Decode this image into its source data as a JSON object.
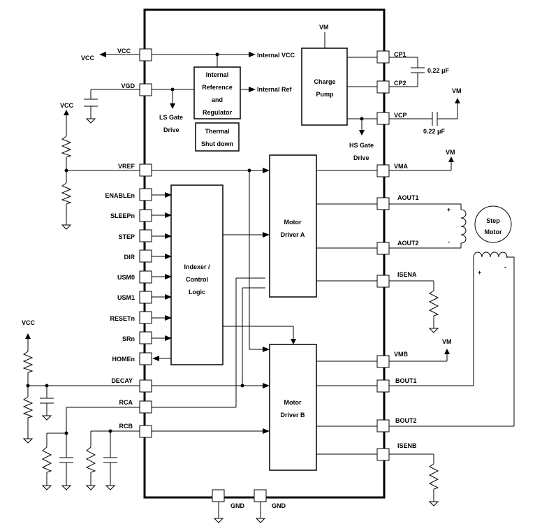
{
  "pins_left": {
    "vcc": "VCC",
    "vgd": "VGD",
    "vref": "VREF",
    "enable": "ENABLEn",
    "sleep": "SLEEPn",
    "step": "STEP",
    "dir": "DIR",
    "usm0": "USM0",
    "usm1": "USM1",
    "reset": "RESETn",
    "sr": "SRn",
    "home": "HOMEn",
    "decay": "DECAY",
    "rca": "RCA",
    "rcb": "RCB"
  },
  "pins_right": {
    "cp1": "CP1",
    "cp2": "CP2",
    "vcp": "VCP",
    "vma": "VMA",
    "aout1": "AOUT1",
    "aout2": "AOUT2",
    "isena": "ISENA",
    "vmb": "VMB",
    "bout1": "BOUT1",
    "bout2": "BOUT2",
    "isenb": "ISENB"
  },
  "pins_bottom": {
    "gnd1": "GND",
    "gnd2": "GND"
  },
  "blocks": {
    "regulator": [
      "Internal",
      "Reference",
      "and",
      "Regulator"
    ],
    "thermal": [
      "Thermal",
      "Shut down"
    ],
    "charge_pump": [
      "Charge",
      "Pump"
    ],
    "indexer": [
      "Indexer /",
      "Control",
      "Logic"
    ],
    "driver_a": [
      "Motor",
      "Driver A"
    ],
    "driver_b": [
      "Motor",
      "Driver B"
    ],
    "motor": [
      "Step",
      "Motor"
    ]
  },
  "labels": {
    "vcc_out": "VCC",
    "internal_vcc": "Internal  VCC",
    "internal_ref": "Internal Ref",
    "ls_gate": [
      "LS Gate",
      "Drive"
    ],
    "hs_gate": [
      "HS Gate",
      "Drive"
    ],
    "vm_top": "VM",
    "vm_vcp": "VM",
    "vm_vma": "VM",
    "vm_vmb": "VM",
    "vcc_vref": "VCC",
    "vcc_decay": "VCC",
    "cap_cp": "0.22 μF",
    "cap_vcp": "0.22 μF",
    "plus_a": "+",
    "minus_a": "-",
    "plus_b": "+",
    "minus_b": "-"
  }
}
